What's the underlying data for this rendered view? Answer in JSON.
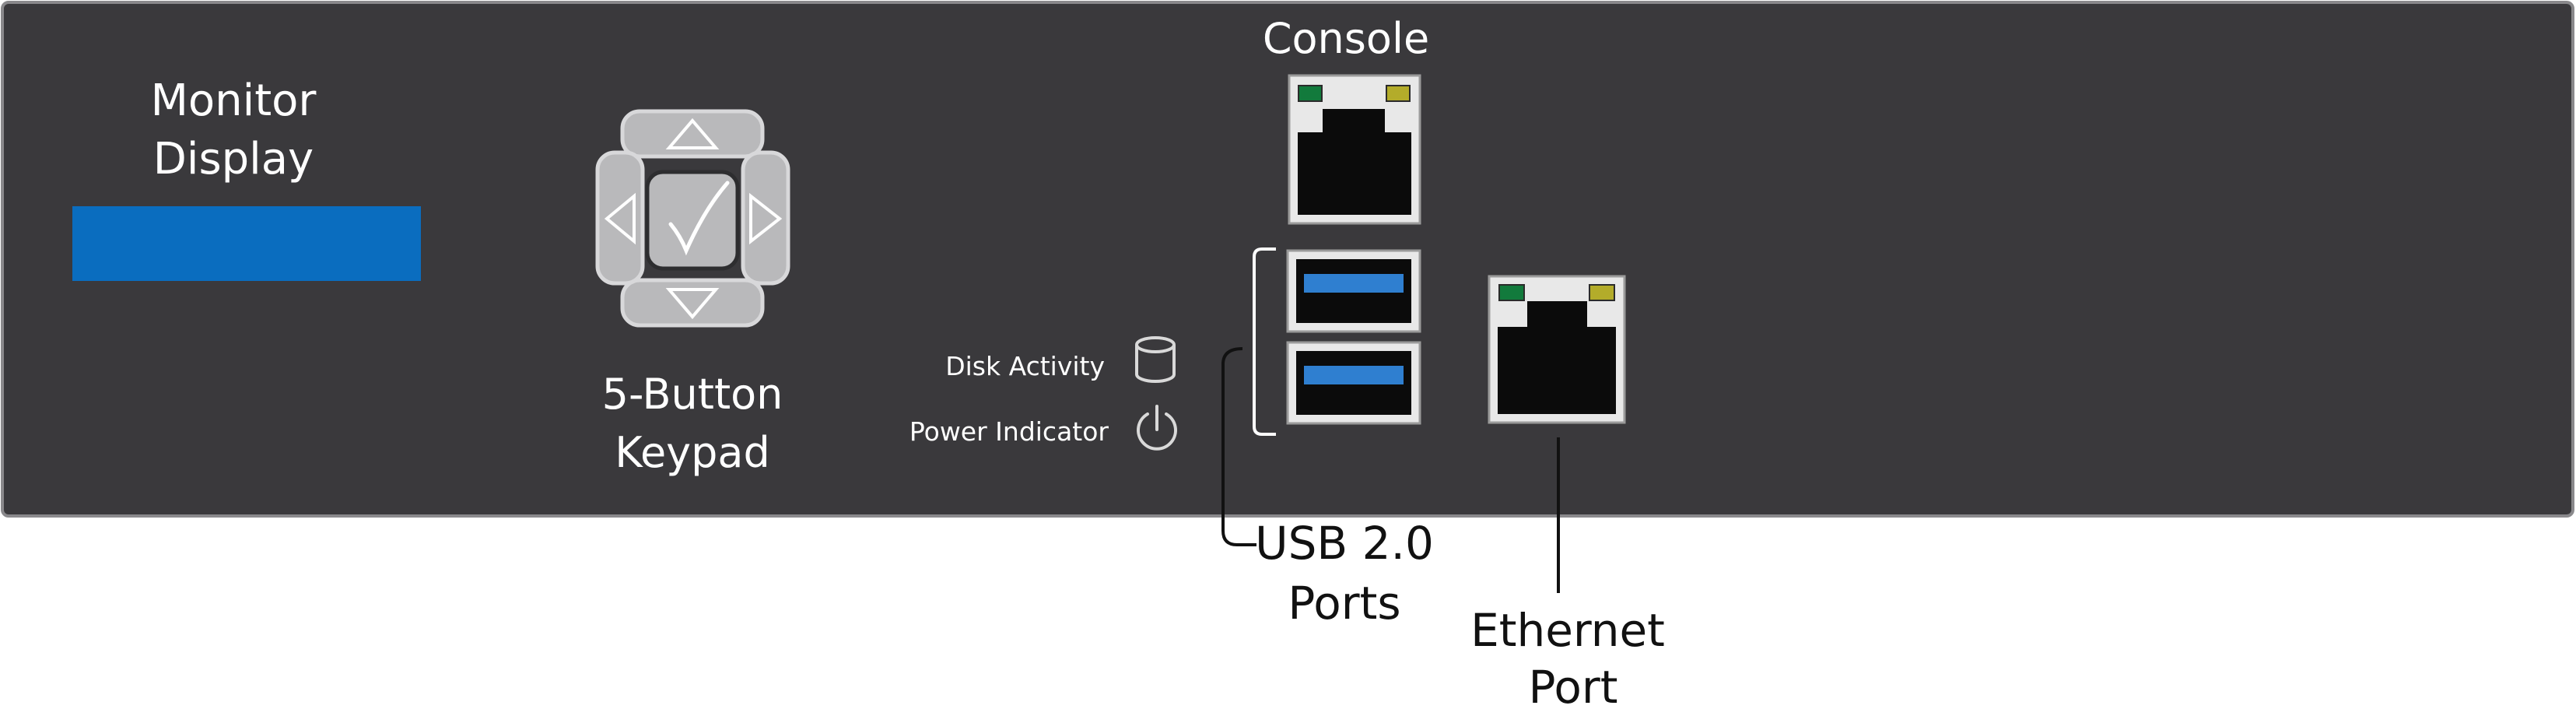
{
  "panel": {
    "monitor_label_line1": "Monitor",
    "monitor_label_line2": "Display",
    "keypad_label_line1": "5-Button",
    "keypad_label_line2": "Keypad",
    "console_label": "Console",
    "disk_activity_label": "Disk Activity",
    "power_indicator_label": "Power Indicator"
  },
  "callouts": {
    "usb_label_line1": "USB 2.0",
    "usb_label_line2": "Ports",
    "ethernet_label_line1": "Ethernet",
    "ethernet_label_line2": "Port"
  },
  "colors": {
    "panel_bg": "#3a393c",
    "display_blue": "#0a6dbf",
    "usb_blue": "#2f7fd0",
    "led_green": "#127a3c",
    "led_yellow": "#b3ac2a",
    "keypad_gray": "#b9b9bb"
  },
  "icons": {
    "keypad_center": "checkmark-icon",
    "keypad_arrows": [
      "up-arrow-icon",
      "down-arrow-icon",
      "left-arrow-icon",
      "right-arrow-icon"
    ],
    "disk": "disk-cylinder-icon",
    "power": "power-icon"
  }
}
